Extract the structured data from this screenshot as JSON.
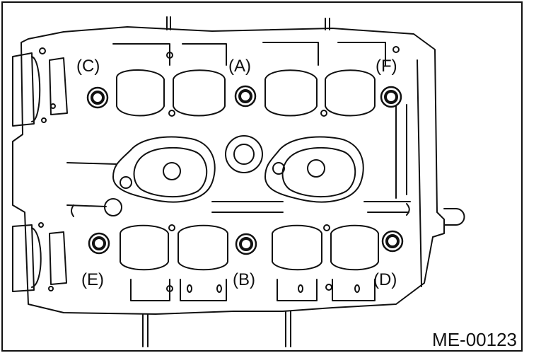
{
  "figure": {
    "id_label": "ME-00123",
    "callouts": {
      "a": "(A)",
      "b": "(B)",
      "c": "(C)",
      "d": "(D)",
      "e": "(E)",
      "f": "(F)"
    }
  },
  "colors": {
    "line": "#111111",
    "background": "#ffffff"
  }
}
